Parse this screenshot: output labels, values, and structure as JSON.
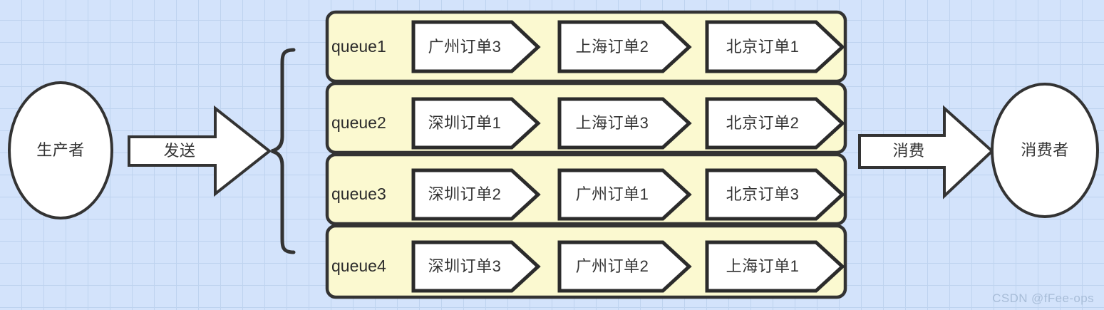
{
  "diagram": {
    "title": "Message queue producer consumer diagram",
    "background_color": "#d3e3fb",
    "grid_color": "#bed3ef",
    "queue_panel_fill": "#fbf9d0",
    "stroke_color": "#333333",
    "shape_fill": "#ffffff"
  },
  "producer": {
    "label": "生产者"
  },
  "send_arrow": {
    "label": "发送"
  },
  "consume_arrow": {
    "label": "消费"
  },
  "consumer": {
    "label": "消费者"
  },
  "queues": [
    {
      "name": "queue1",
      "messages": [
        "广州订单3",
        "上海订单2",
        "北京订单1"
      ]
    },
    {
      "name": "queue2",
      "messages": [
        "深圳订单1",
        "上海订单3",
        "北京订单2"
      ]
    },
    {
      "name": "queue3",
      "messages": [
        "深圳订单2",
        "广州订单1",
        "北京订单3"
      ]
    },
    {
      "name": "queue4",
      "messages": [
        "深圳订单3",
        "广州订单2",
        "上海订单1"
      ]
    }
  ],
  "watermark": {
    "text": "CSDN @fFee-ops"
  }
}
